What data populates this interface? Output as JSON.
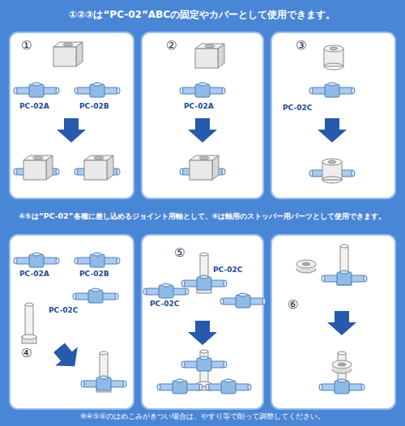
{
  "diagram": {
    "title": "①②③は“PC-02”ABCの固定やカバーとして使用できます。",
    "caption": "※④⑤⑥のはめこみがきつい場合は、やすり等で削って調整してください。",
    "nodes": [
      {
        "text": [
          "①",
          "PC-02A",
          "PC-02B"
        ]
      },
      {
        "text": [
          "②",
          "PC-02A"
        ]
      },
      {
        "text": [
          "③",
          "PC-02C"
        ]
      },
      {
        "text": [
          "PC-02A",
          "PC-02B",
          "PC-02C",
          "④"
        ]
      },
      {
        "text": [
          "⑤",
          "PC-02C",
          "PC-02C"
        ]
      },
      {
        "text": [
          "⑥"
        ]
      }
    ],
    "labels": [
      "④⑤は“PC-02”各種に差し込めるジョイント用軸として、⑥は軸用のストッパー用パーツとして使用できます。"
    ]
  }
}
